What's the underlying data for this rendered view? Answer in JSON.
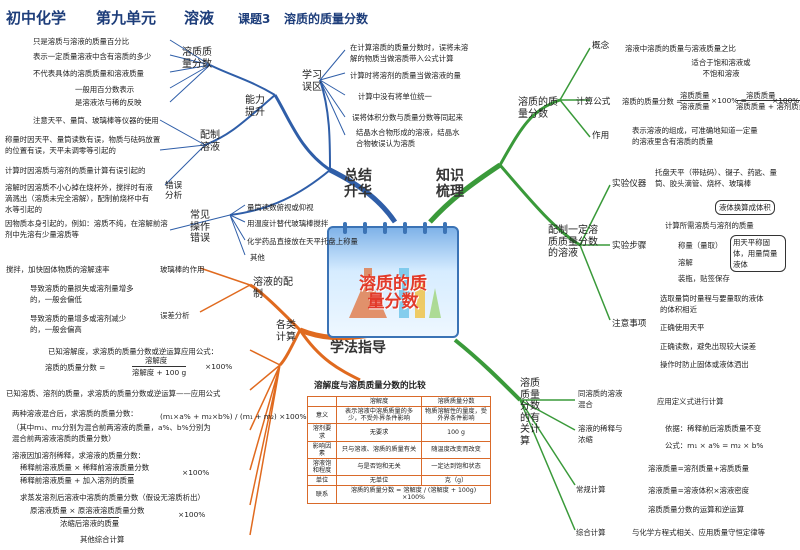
{
  "header": {
    "course": "初中化学",
    "unit": "第九单元",
    "unit_name": "溶液",
    "lesson": "课题3",
    "lesson_name": "溶质的质量分数"
  },
  "center": {
    "title": "溶质的质量分数"
  },
  "colors": {
    "blue": "#2f5ea8",
    "green": "#3a9a3a",
    "orange": "#e06a1f",
    "black": "#333333"
  },
  "branches": {
    "summary": {
      "label": "总结升华",
      "ability": {
        "label": "能力提升",
        "meaning": {
          "label": "溶质质量分数",
          "items": [
            "只是溶质与溶液的质量百分比",
            "表示一定质量溶液中含有溶质的多少",
            "不代表具体的溶质质量和溶液质量",
            "一般用百分数表示",
            "是溶液浓与稀的反映"
          ]
        },
        "prep": {
          "label": "配制溶液",
          "items": [
            "注意天平、量筒、玻璃棒等仪器的使用",
            "称量时因天平、量筒读数有误，物质与砝码放置的位置有误，天平未调零等引起的"
          ],
          "error_label": "错误分析",
          "errors": [
            "计算时因溶质与溶剂的质量计算有误引起的",
            "溶解时因溶质不小心掉在烧杯外，搅拌时有液滴溅出（溶质未完全溶解），配制前烧杯中有水等引起的"
          ]
        },
        "common": {
          "label": "常见操作错误",
          "items": [
            "因物质本身引起的，例如：溶质不纯，在溶解前溶剂中先溶有少量溶质等"
          ]
        }
      },
      "misunderstand": {
        "label": "学习误区",
        "items": [
          "在计算溶质的质量分数时，误将未溶解的物质当做溶质带入公式计算",
          "计算时将溶剂的质量当做溶液的量",
          "计算中没有将单位统一",
          "误将体积分数与质量分数等同起来",
          "结晶水合物形成的溶液，结晶水合物被误认为溶质"
        ]
      },
      "mistakes": {
        "items": [
          "量筒读数俯视或仰视",
          "用温度计替代玻璃棒搅拌",
          "化学药品直接放在天平托盘上称量",
          "其他"
        ]
      }
    },
    "knowledge": {
      "label": "知识梳理",
      "fraction": {
        "label": "溶质的质量分数",
        "concept_label": "概念",
        "concept": "溶液中溶质的质量与溶液质量之比",
        "formula_label": "计算公式",
        "formula_note": "适合于饱和溶液或不饱和溶液",
        "formula1_lhs": "溶质的质量分数 = ",
        "formula1_num": "溶质质量",
        "formula1_den": "溶液质量",
        "formula1_tail": "×100% =",
        "formula2_num": "溶质质量",
        "formula2_den": "溶质质量 + 溶剂质量",
        "formula2_tail": "×100%",
        "use_label": "作用",
        "use": "表示溶液的组成，可准确地知道一定量的溶液里含有溶质的质量"
      },
      "prepare": {
        "label": "配制一定溶质质量分数的溶液",
        "tools_label": "实验仪器",
        "tools": "托盘天平（带砝码）、镊子、药匙、量筒、胶头滴管、烧杯、玻璃棒",
        "liquid_note": "液体换算成体积",
        "steps_label": "实验步骤",
        "steps": [
          "计算所需溶质与溶剂的质量",
          "称量（量取）",
          "溶解",
          "装瓶，贴签保存"
        ],
        "steps_note": "用天平称固体，用量筒量液体",
        "notes_label": "注意事项",
        "notes": [
          "选取量筒时量程与要量取的液体的体积相近",
          "正确使用天平",
          "正确读数，避免出现较大误差",
          "操作时防止固体或液体洒出"
        ]
      },
      "calc": {
        "label": "溶质质量分数的有关计算",
        "mix_label": "同溶质的溶液混合",
        "mix": "应用定义式进行计算",
        "dilute_label": "溶液的稀释与浓缩",
        "dilute": "依据：稀释前后溶质质量不变",
        "dilute_formula": "公式：m₁ × a% = m₂ × b%",
        "normal_label": "常规计算",
        "normal": [
          "溶液质量=溶剂质量+溶质质量",
          "溶液质量=溶液体积×溶液密度",
          "溶质质量分数的运算和逆运算"
        ],
        "combo_label": "综合计算",
        "combo": "与化学方程式相关、应用质量守恒定律等"
      }
    },
    "method": {
      "label": "学法指导",
      "prep": {
        "label": "溶液的配制",
        "glass_rod": "玻璃棒的作用",
        "glass_rod_use": "搅拌，加快固体物质的溶解速率",
        "error_label": "误差分析",
        "errors": [
          "导致溶质的量损失或溶剂量增多的，一般会偏低",
          "导致溶质的量增多或溶剂减少的，一般会偏高"
        ]
      },
      "calc": {
        "label": "各类计算",
        "c1": "已知溶解度，求溶质的质量分数或逆运算应用公式：",
        "c1_formula_lhs": "溶质的质量分数 =",
        "c1_num": "溶解度",
        "c1_den": "溶解度 + 100 g",
        "c1_tail": "×100%",
        "c2": "已知溶质、溶剂的质量，求溶质的质量分数或逆运算——应用公式",
        "c3": "两种溶液混合后，求溶质的质量分数：",
        "c3_formula": "(m₁×a% + m₂×b%) / (m₁ + m₂) ×100%",
        "c3_note": "（其中m₁、m₂分别为混合前两溶液的质量，a%、b%分别为混合前两溶液溶质的质量分数）",
        "c4": "溶液因加溶剂稀释，求溶液的质量分数：",
        "c4_num": "稀释前溶液质量 × 稀释前溶液质量分数",
        "c4_den": "稀释前溶液质量 + 加入溶剂的质量",
        "c4_tail": "×100%",
        "c5": "求蒸发溶剂后溶液中溶质的质量分数（假设无溶质析出）",
        "c5_num": "原溶液质量 × 原溶液溶质质量分数",
        "c5_den": "浓缩后溶液的质量",
        "c5_tail": "×100%",
        "c6": "其他综合计算"
      }
    }
  },
  "table": {
    "title": "溶解度与溶质质量分数的比较",
    "headers": [
      "",
      "溶解度",
      "溶质质量分数"
    ],
    "rows": [
      [
        "意义",
        "表示溶液中溶质质量的多少，不受外界条件影响",
        "物质溶解性的量度，受外界条件影响"
      ],
      [
        "溶剂要求",
        "无要求",
        "100 g"
      ],
      [
        "影响因素",
        "只与溶液、溶质的质量有关",
        "随温度改变而改变"
      ],
      [
        "溶液饱和程度",
        "与是否饱和无关",
        "一定达到饱和状态"
      ],
      [
        "单位",
        "无单位",
        "克（g）"
      ],
      [
        "联系",
        "溶质的质量分数 = 溶解度 / (溶解度 + 100g) ×100%",
        ""
      ]
    ]
  }
}
